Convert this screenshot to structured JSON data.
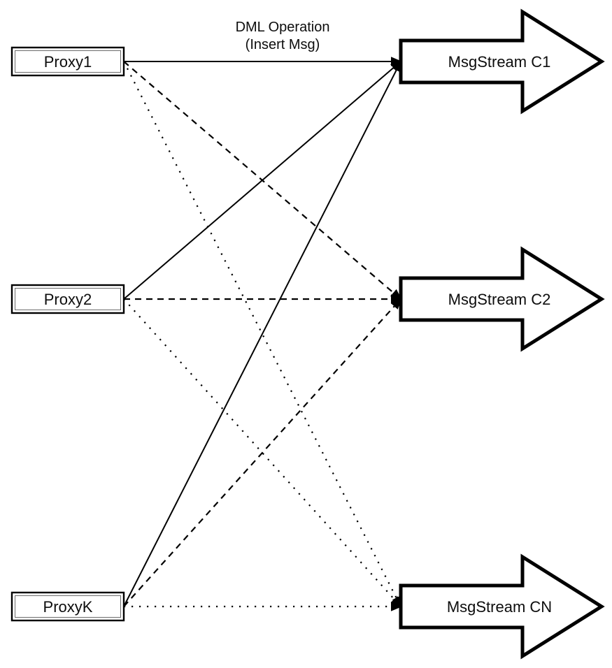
{
  "diagram": {
    "title": {
      "line1": "DML Operation",
      "line2": "(Insert Msg)"
    },
    "proxies": [
      {
        "id": "proxy1",
        "label": "Proxy1"
      },
      {
        "id": "proxy2",
        "label": "Proxy2"
      },
      {
        "id": "proxyK",
        "label": "ProxyK"
      }
    ],
    "streams": [
      {
        "id": "c1",
        "label": "MsgStream C1",
        "incoming_line_style": "solid"
      },
      {
        "id": "c2",
        "label": "MsgStream C2",
        "incoming_line_style": "dashed"
      },
      {
        "id": "cn",
        "label": "MsgStream CN",
        "incoming_line_style": "dotted"
      }
    ],
    "edges": [
      {
        "from": "proxy1",
        "to": "c1",
        "style": "solid"
      },
      {
        "from": "proxy2",
        "to": "c1",
        "style": "solid"
      },
      {
        "from": "proxyK",
        "to": "c1",
        "style": "solid"
      },
      {
        "from": "proxy1",
        "to": "c2",
        "style": "dashed"
      },
      {
        "from": "proxy2",
        "to": "c2",
        "style": "dashed"
      },
      {
        "from": "proxyK",
        "to": "c2",
        "style": "dashed"
      },
      {
        "from": "proxy1",
        "to": "cn",
        "style": "dotted"
      },
      {
        "from": "proxy2",
        "to": "cn",
        "style": "dotted"
      },
      {
        "from": "proxyK",
        "to": "cn",
        "style": "dotted"
      }
    ],
    "colors": {
      "stroke": "#000000",
      "fill": "#ffffff"
    }
  }
}
